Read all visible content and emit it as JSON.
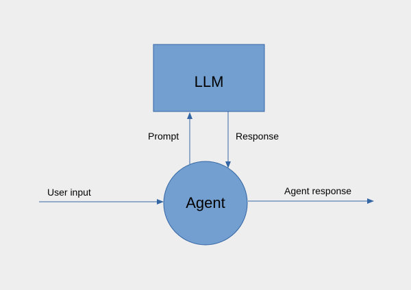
{
  "diagram": {
    "nodes": {
      "llm": {
        "label": "LLM",
        "shape": "rectangle"
      },
      "agent": {
        "label": "Agent",
        "shape": "circle"
      }
    },
    "edges": {
      "prompt": {
        "label": "Prompt",
        "from": "agent",
        "to": "llm"
      },
      "response": {
        "label": "Response",
        "from": "llm",
        "to": "agent"
      },
      "user_input": {
        "label": "User input",
        "from": "",
        "to": "agent"
      },
      "agent_response": {
        "label": "Agent response",
        "from": "agent",
        "to": ""
      }
    }
  },
  "colors": {
    "background": "#eeeeee",
    "node_fill": "#729fcf",
    "node_stroke": "#3465a4",
    "arrow": "#3465a4"
  }
}
